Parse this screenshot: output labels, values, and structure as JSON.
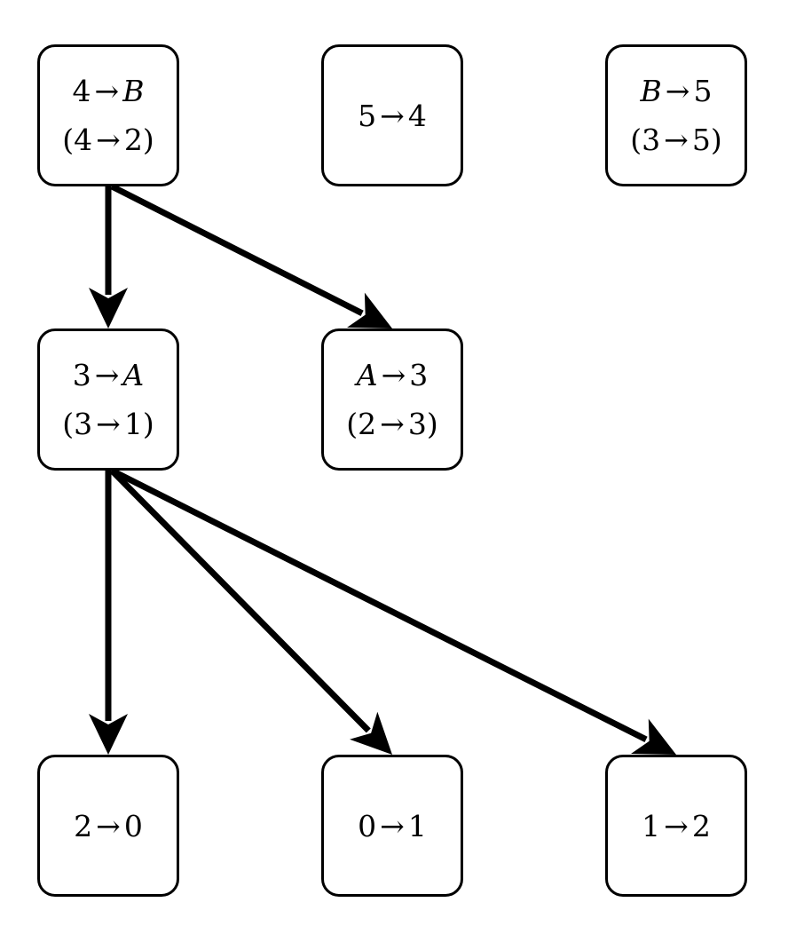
{
  "nodes": [
    {
      "id": "n4B",
      "label": "4 → B",
      "sub": "(4 → 2)"
    },
    {
      "id": "n54",
      "label": "5 → 4",
      "sub": ""
    },
    {
      "id": "nB5",
      "label": "B → 5",
      "sub": "(3 → 5)"
    },
    {
      "id": "n3A",
      "label": "3 → A",
      "sub": "(3 → 1)"
    },
    {
      "id": "nA3",
      "label": "A → 3",
      "sub": "(2 → 3)"
    },
    {
      "id": "n20",
      "label": "2 → 0",
      "sub": ""
    },
    {
      "id": "n01",
      "label": "0 → 1",
      "sub": ""
    },
    {
      "id": "n12",
      "label": "1 → 2",
      "sub": ""
    }
  ],
  "edges": [
    {
      "from": "n4B",
      "to": "n3A"
    },
    {
      "from": "n4B",
      "to": "nA3"
    },
    {
      "from": "n3A",
      "to": "n20"
    },
    {
      "from": "n3A",
      "to": "n01"
    },
    {
      "from": "n3A",
      "to": "n12"
    }
  ],
  "colors": {
    "stroke": "#000000",
    "fill": "#ffffff"
  }
}
